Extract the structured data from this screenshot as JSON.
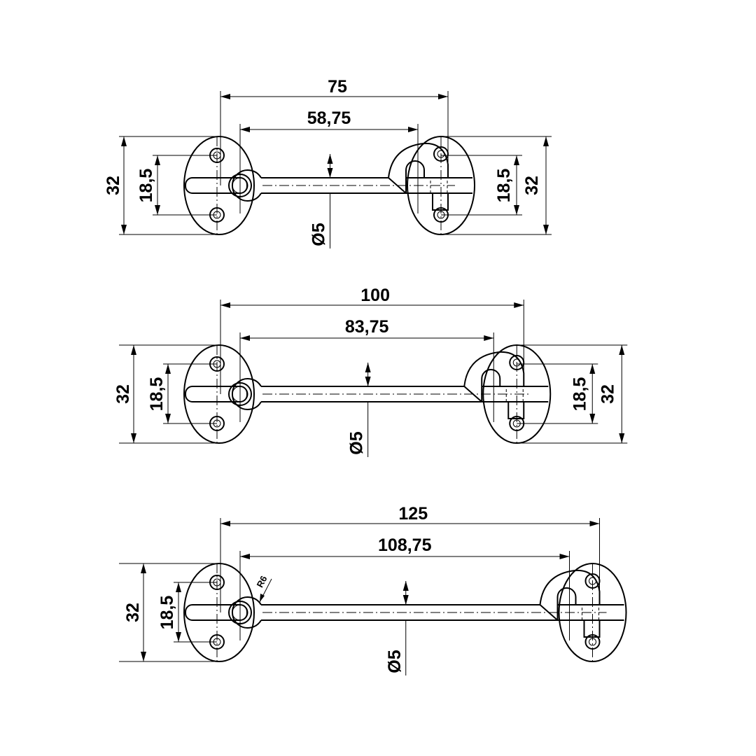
{
  "views": [
    {
      "overall": "75",
      "inner": "58,75",
      "diameter": "Ø5",
      "height_left": "32",
      "hole_left": "18,5",
      "hole_right": "18,5",
      "height_right": "32",
      "length_mm": 75
    },
    {
      "overall": "100",
      "inner": "83,75",
      "diameter": "Ø5",
      "height_left": "32",
      "hole_left": "18,5",
      "hole_right": "18,5",
      "height_right": "32",
      "length_mm": 100
    },
    {
      "overall": "125",
      "inner": "108,75",
      "diameter": "Ø5",
      "height_left": "32",
      "hole_left": "18,5",
      "radius": "R6",
      "length_mm": 125
    }
  ]
}
